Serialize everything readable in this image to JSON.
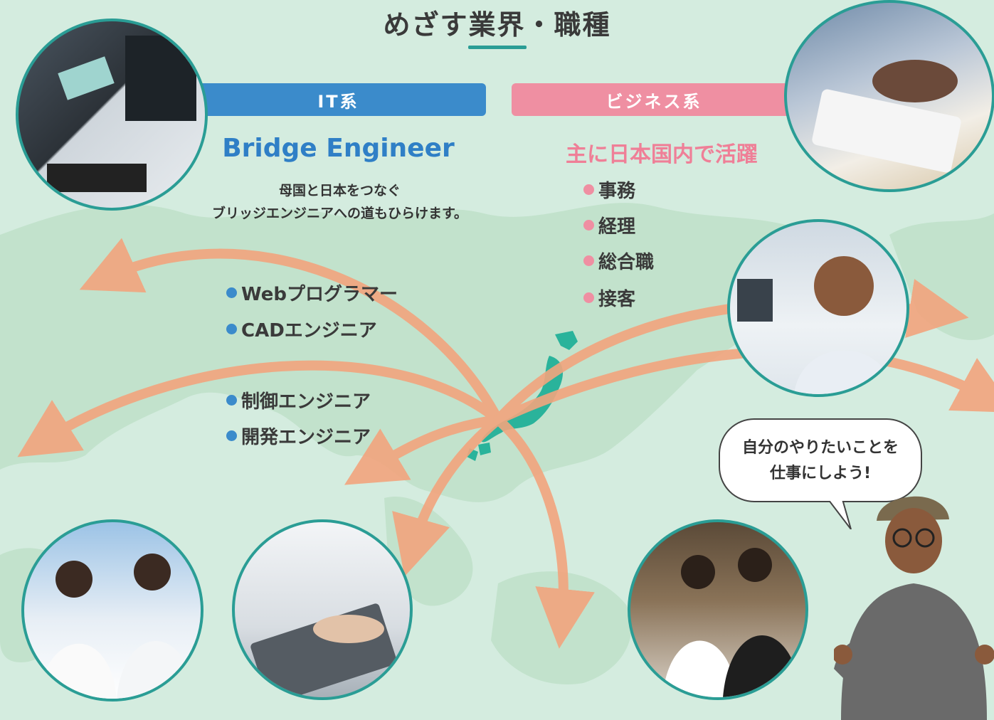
{
  "title": "めざす業界・職種",
  "it": {
    "band": "IT系",
    "headline": "Bridge Engineer",
    "desc_line1": "母国と日本をつなぐ",
    "desc_line2": "ブリッジエンジニアへの道もひらけます。",
    "jobs": [
      "Webプログラマー",
      "CADエンジニア",
      "制御エンジニア",
      "開発エンジニア"
    ]
  },
  "business": {
    "band": "ビジネス系",
    "headline": "主に日本国内で活躍",
    "jobs": [
      "事務",
      "経理",
      "総合職",
      "接客"
    ]
  },
  "bubble": {
    "line1": "自分のやりたいことを",
    "line2": "仕事にしよう!"
  },
  "colors": {
    "it_blue": "#3b8bcb",
    "biz_pink": "#ef8fa2",
    "teal": "#2a9d95",
    "arrow": "#f2a57e",
    "map_land": "#bfe0c9",
    "background": "#d4ecdf"
  },
  "icons": [
    "world-map-graphic",
    "japan-map-icon",
    "arrow-icon",
    "speech-bubble-icon"
  ]
}
